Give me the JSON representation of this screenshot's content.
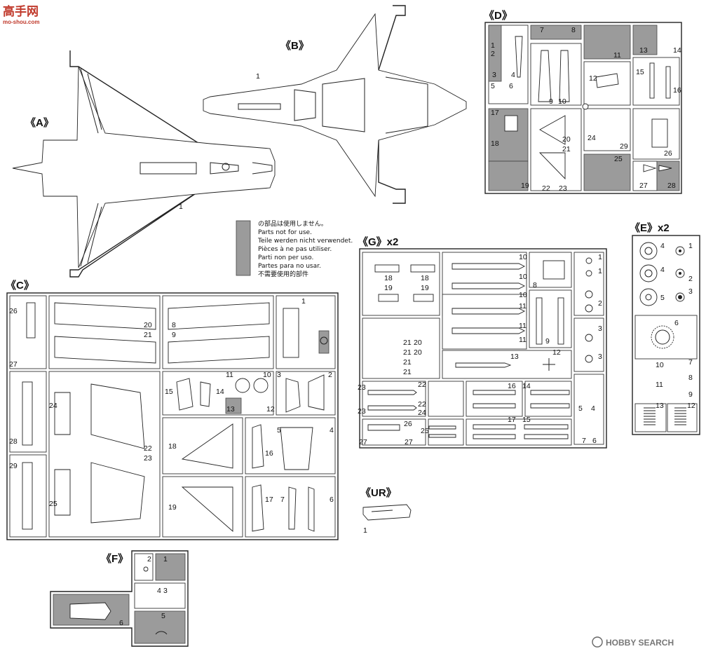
{
  "watermark": {
    "cn_title": "高手网",
    "url": "mo-shou.com",
    "brand": "HOBBY SEARCH"
  },
  "frames": {
    "A": "《A》",
    "B": "《B》",
    "C": "《C》",
    "D": "《D》",
    "E": "《E》x2",
    "F": "《F》",
    "G": "《G》x2",
    "UR": "《UR》"
  },
  "legend": {
    "lines": [
      "の部品は使用しません。",
      "Parts not for use.",
      "Teile werden nicht verwendet.",
      "Pièces à ne pas utiliser.",
      "Parti non per uso.",
      "Partes para no usar.",
      "不需要使用的部件"
    ]
  },
  "numbers": {
    "a1": "1",
    "b1": "1",
    "c": [
      "26",
      "27",
      "28",
      "29",
      "20",
      "21",
      "8",
      "9",
      "1",
      "11",
      "10",
      "3",
      "2",
      "15",
      "14",
      "13",
      "12",
      "24",
      "25",
      "22",
      "23",
      "18",
      "16",
      "5",
      "4",
      "19",
      "17",
      "7",
      "6"
    ],
    "d": [
      "1",
      "2",
      "3",
      "4",
      "5",
      "6",
      "7",
      "8",
      "9",
      "10",
      "11",
      "12",
      "13",
      "14",
      "15",
      "16",
      "17",
      "18",
      "19",
      "20",
      "21",
      "22",
      "23",
      "24",
      "25",
      "26",
      "27",
      "28",
      "29"
    ],
    "e": [
      "4",
      "1",
      "4",
      "2",
      "5",
      "3",
      "6",
      "10",
      "7",
      "8",
      "11",
      "9",
      "13",
      "12"
    ],
    "f": [
      "2",
      "1",
      "4",
      "3",
      "5",
      "6"
    ],
    "g": [
      "18",
      "18",
      "19",
      "19",
      "10",
      "10",
      "10",
      "11",
      "11",
      "11",
      "8",
      "9",
      "12",
      "13",
      "1",
      "1",
      "2",
      "3",
      "3",
      "21",
      "20",
      "21",
      "20",
      "21",
      "21",
      "23",
      "23",
      "22",
      "22",
      "24",
      "25",
      "26",
      "27",
      "27",
      "16",
      "17",
      "14",
      "15",
      "5",
      "4",
      "7",
      "6"
    ],
    "ur": "1"
  }
}
